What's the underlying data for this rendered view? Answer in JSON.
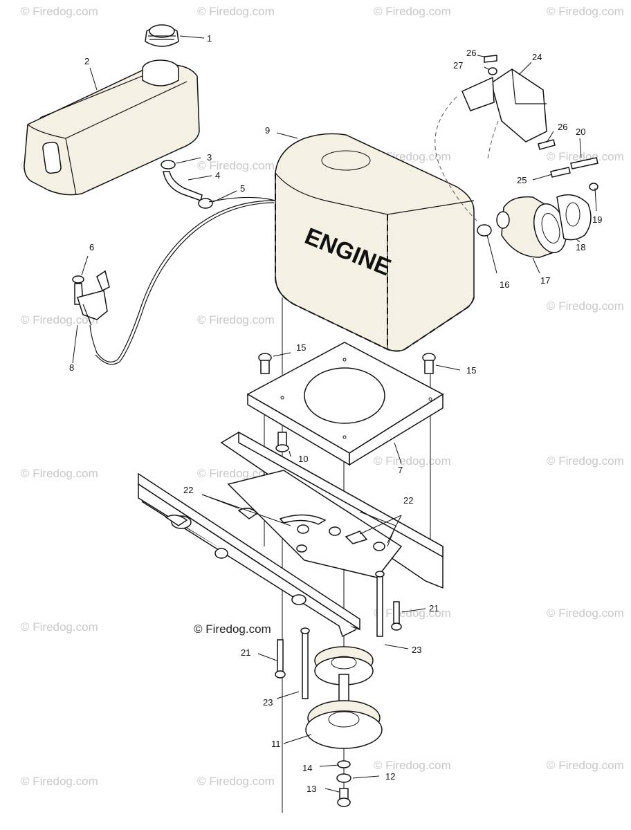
{
  "watermark_text": "© Firedog.com",
  "main_watermark": "© Firedog.com",
  "engine_label": "ENGINE",
  "callouts": [
    {
      "id": "c1",
      "text": "1"
    },
    {
      "id": "c2",
      "text": "2"
    },
    {
      "id": "c3",
      "text": "3"
    },
    {
      "id": "c4",
      "text": "4"
    },
    {
      "id": "c5",
      "text": "5"
    },
    {
      "id": "c6",
      "text": "6"
    },
    {
      "id": "c7",
      "text": "7"
    },
    {
      "id": "c8",
      "text": "8"
    },
    {
      "id": "c9",
      "text": "9"
    },
    {
      "id": "c10",
      "text": "10"
    },
    {
      "id": "c11",
      "text": "11"
    },
    {
      "id": "c12",
      "text": "12"
    },
    {
      "id": "c13",
      "text": "13"
    },
    {
      "id": "c14",
      "text": "14"
    },
    {
      "id": "c15a",
      "text": "15"
    },
    {
      "id": "c15b",
      "text": "15"
    },
    {
      "id": "c16",
      "text": "16"
    },
    {
      "id": "c17",
      "text": "17"
    },
    {
      "id": "c18",
      "text": "18"
    },
    {
      "id": "c19",
      "text": "19"
    },
    {
      "id": "c20",
      "text": "20"
    },
    {
      "id": "c21a",
      "text": "21"
    },
    {
      "id": "c21b",
      "text": "21"
    },
    {
      "id": "c22a",
      "text": "22"
    },
    {
      "id": "c22b",
      "text": "22"
    },
    {
      "id": "c23a",
      "text": "23"
    },
    {
      "id": "c23b",
      "text": "23"
    },
    {
      "id": "c24",
      "text": "24"
    },
    {
      "id": "c25",
      "text": "25"
    },
    {
      "id": "c26a",
      "text": "26"
    },
    {
      "id": "c26b",
      "text": "26"
    },
    {
      "id": "c27",
      "text": "27"
    }
  ]
}
